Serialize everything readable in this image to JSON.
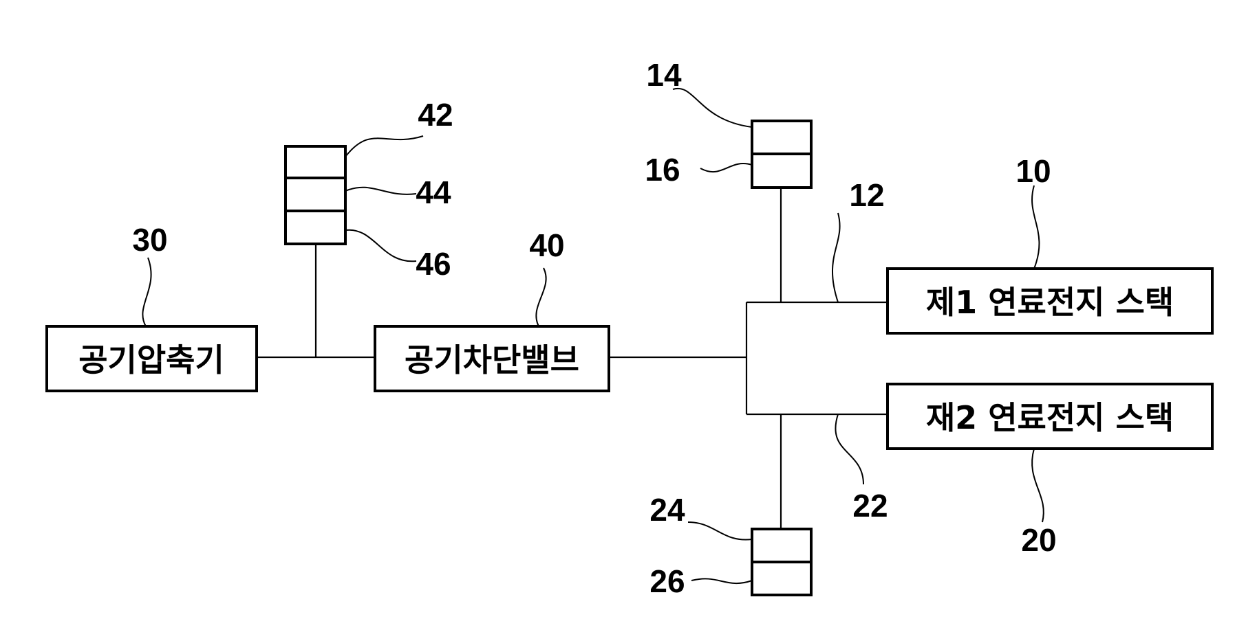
{
  "components": {
    "compressor": {
      "label": "공기압축기",
      "ref": "30"
    },
    "shutoff_valve": {
      "label": "공기차단밸브",
      "ref": "40"
    },
    "stack1": {
      "label": "제1 연료전지 스택",
      "ref": "10"
    },
    "stack2": {
      "label": "재2 연료전지 스택",
      "ref": "20"
    }
  },
  "refs": {
    "r42": "42",
    "r44": "44",
    "r46": "46",
    "r14": "14",
    "r16": "16",
    "r12": "12",
    "r22": "22",
    "r24": "24",
    "r26": "26"
  }
}
